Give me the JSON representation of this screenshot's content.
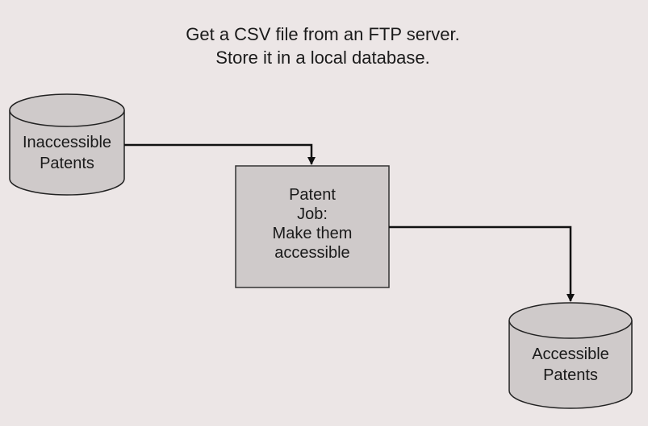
{
  "title": {
    "line1": "Get a CSV file from an FTP server.",
    "line2": "Store it in a local database."
  },
  "nodes": {
    "source": {
      "line1": "Inaccessible",
      "line2": "Patents"
    },
    "job": {
      "line1": "Patent",
      "line2": "Job:",
      "line3": "Make them",
      "line4": "accessible"
    },
    "target": {
      "line1": "Accessible",
      "line2": "Patents"
    }
  },
  "colors": {
    "background": "#ece6e6",
    "shape_fill": "#cfcaca",
    "stroke": "#222222"
  }
}
